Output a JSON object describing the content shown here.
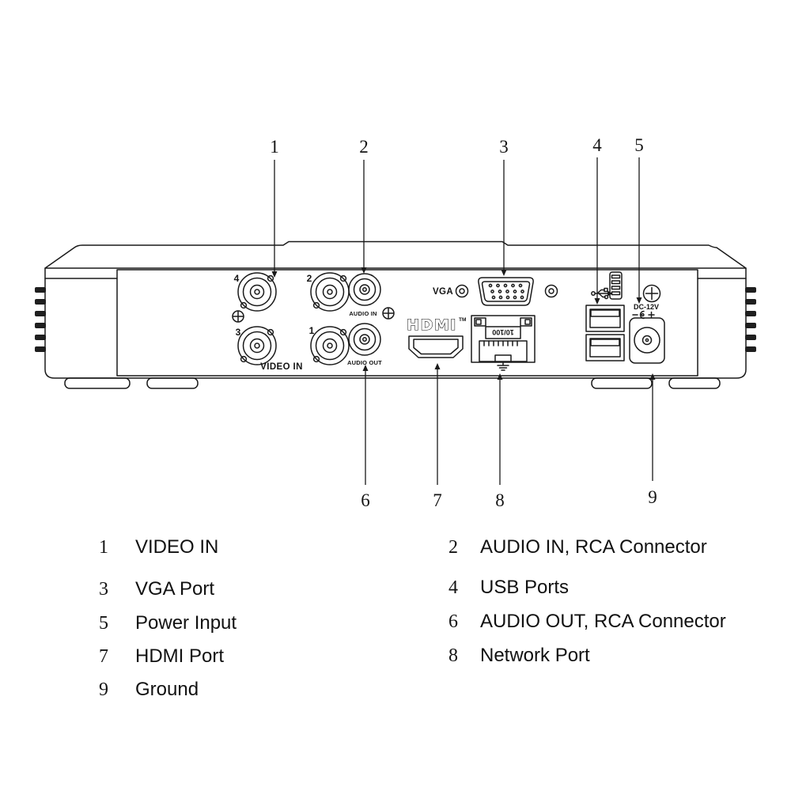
{
  "figure": {
    "callouts": [
      "1",
      "2",
      "3",
      "4",
      "5",
      "6",
      "7",
      "8",
      "9"
    ],
    "panel": {
      "bnc_labels": [
        "4",
        "2",
        "3",
        "1"
      ],
      "video_in": "VIDEO IN",
      "audio_in": "AUDIO IN",
      "audio_out": "AUDIO OUT",
      "hdmi": "HDMI",
      "hdmi_tm": "TM",
      "vga": "VGA",
      "network_speed": "10/100",
      "power": "DC-12V"
    }
  },
  "legend": {
    "items": [
      {
        "num": "1",
        "label": "VIDEO IN"
      },
      {
        "num": "2",
        "label": "AUDIO IN, RCA Connector"
      },
      {
        "num": "3",
        "label": "VGA Port"
      },
      {
        "num": "4",
        "label": "USB Ports"
      },
      {
        "num": "5",
        "label": "Power Input"
      },
      {
        "num": "6",
        "label": "AUDIO OUT, RCA Connector"
      },
      {
        "num": "7",
        "label": "HDMI Port"
      },
      {
        "num": "8",
        "label": "Network Port"
      },
      {
        "num": "9",
        "label": "Ground"
      }
    ]
  }
}
